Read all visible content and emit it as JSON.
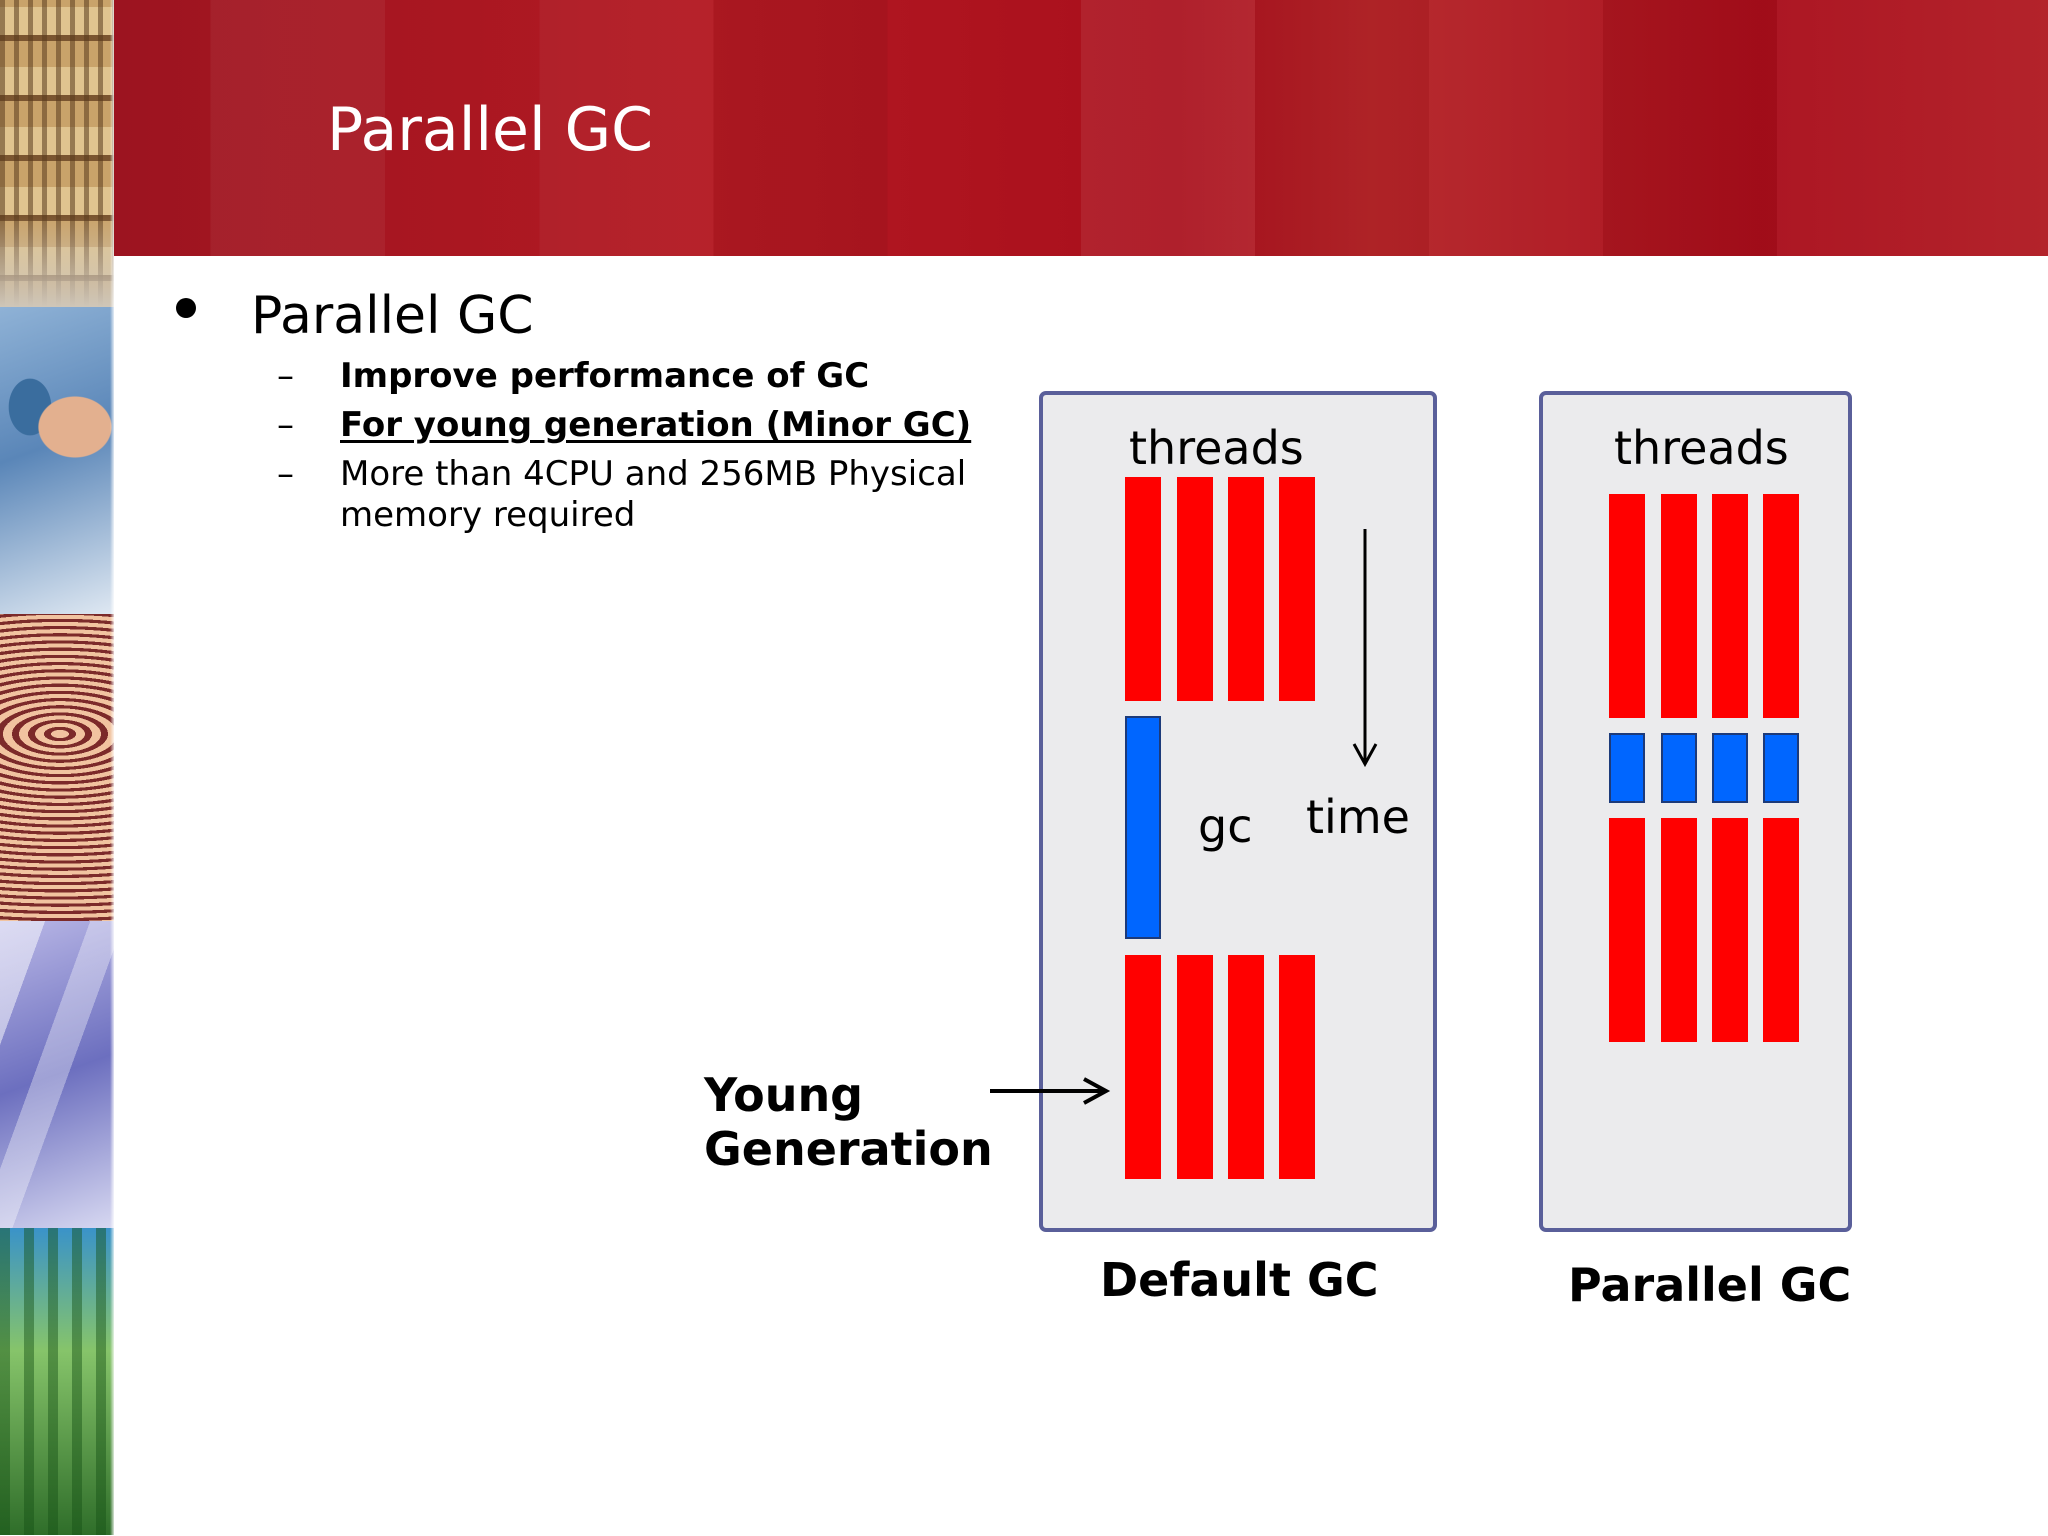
{
  "slide": {
    "title": "Parallel GC",
    "bullet": "Parallel GC",
    "sub_bullets": [
      {
        "dash": "–",
        "text": "Improve performance of GC"
      },
      {
        "dash": "–",
        "text": "For young generation (Minor GC)"
      },
      {
        "dash": "–",
        "line1": "More than 4CPU and 256MB Physical",
        "line2": "memory required"
      }
    ]
  },
  "diagram": {
    "default_panel": {
      "threads_label": "threads",
      "gc_label": "gc",
      "time_label": "time",
      "caption": "Default GC",
      "thread_count": 4
    },
    "parallel_panel": {
      "threads_label": "threads",
      "caption": "Parallel GC",
      "thread_count": 4
    },
    "young_gen": {
      "line1": "Young",
      "line2": "Generation"
    },
    "colors": {
      "thread": "#ff0000",
      "gc": "#0066ff",
      "panel_border": "#5a5f9a",
      "panel_fill": "#ebebed",
      "header": "#b31922"
    }
  }
}
